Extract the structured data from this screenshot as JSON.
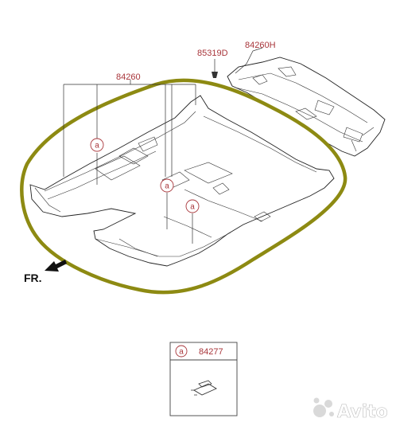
{
  "labels": {
    "main_carpet": "84260",
    "clip": "85319D",
    "rear_carpet": "84260H",
    "callout_letter": "a",
    "fastener_part": "84277",
    "front_marker": "FR."
  },
  "colors": {
    "label_red": "#a8353a",
    "highlight_olive": "#8d8a12"
  },
  "watermark": {
    "text": "Avito"
  }
}
